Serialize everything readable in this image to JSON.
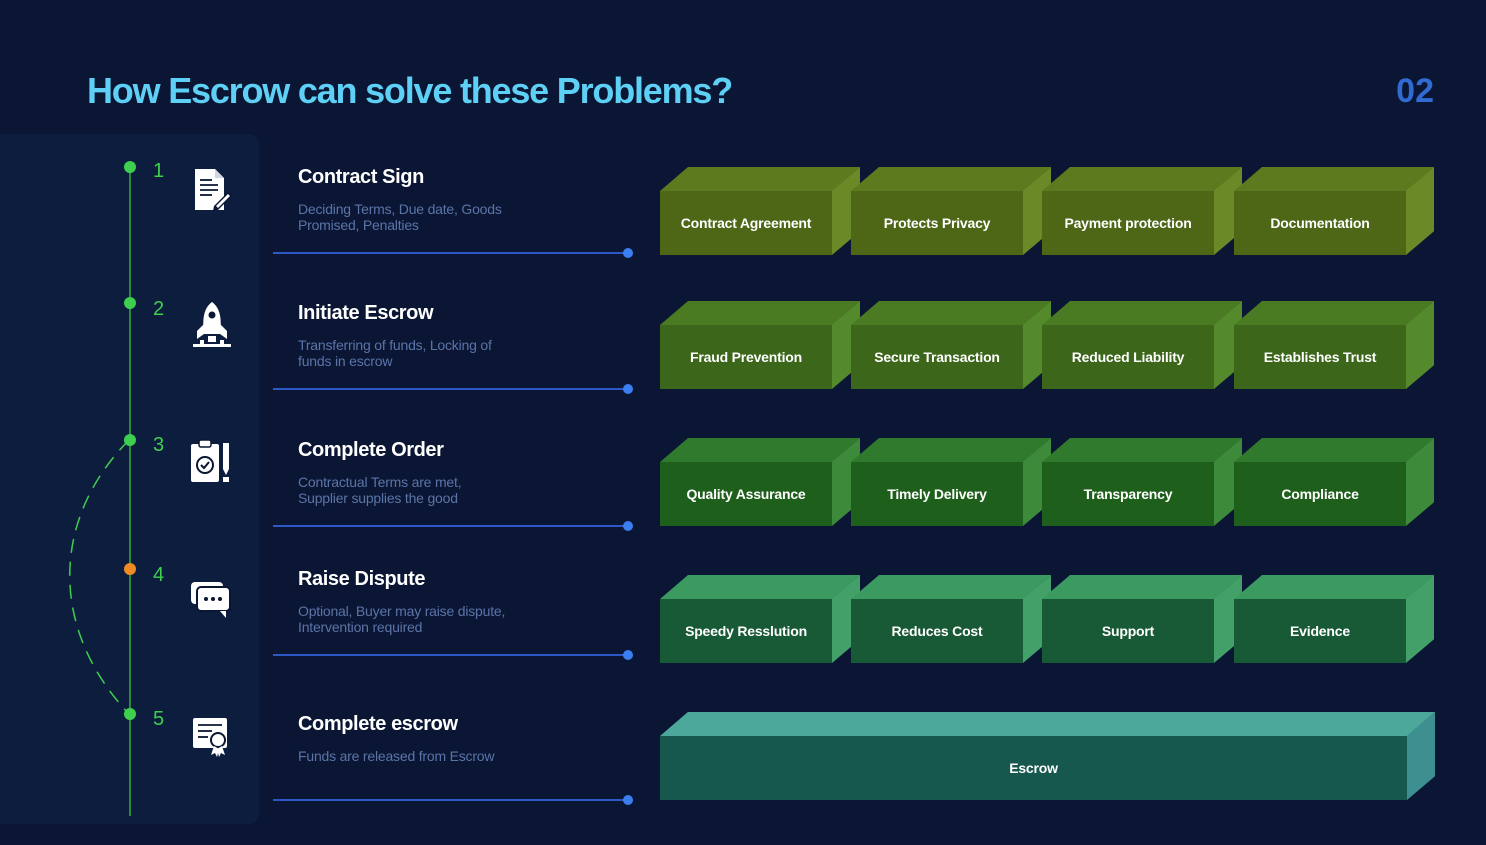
{
  "title": "How Escrow can solve these Problems?",
  "page_number": "02",
  "colors": {
    "background": "#0a1633",
    "title": "#5fd0f5",
    "accent_blue": "#2d58c6",
    "timeline_green": "#3ecf4e",
    "dispute_orange": "#f08a24"
  },
  "steps": [
    {
      "number": "1",
      "title": "Contract Sign",
      "desc_line1": "Deciding Terms, Due date, Goods",
      "desc_line2": "Promised, Penalties",
      "icon": "document-pen-icon"
    },
    {
      "number": "2",
      "title": "Initiate Escrow",
      "desc_line1": "Transferring of funds, Locking of",
      "desc_line2": "funds in escrow",
      "icon": "rocket-icon"
    },
    {
      "number": "3",
      "title": "Complete Order",
      "desc_line1": "Contractual Terms are met,",
      "desc_line2": "Supplier supplies the good",
      "icon": "clipboard-check-icon"
    },
    {
      "number": "4",
      "title": "Raise Dispute",
      "desc_line1": "Optional, Buyer may raise dispute,",
      "desc_line2": "Intervention required",
      "icon": "chat-bubbles-icon"
    },
    {
      "number": "5",
      "title": "Complete escrow",
      "desc_line1": "Funds are released from Escrow",
      "desc_line2": "",
      "icon": "certificate-icon"
    }
  ],
  "benefit_rows": [
    {
      "labels": [
        "Contract Agreement",
        "Protects Privacy",
        "Payment protection",
        "Documentation"
      ],
      "face": "#4d6717",
      "top": "#5c7a1e",
      "side": "#6a8a28"
    },
    {
      "labels": [
        "Fraud Prevention",
        "Secure Transaction",
        "Reduced Liability",
        "Establishes Trust"
      ],
      "face": "#3c661a",
      "top": "#4a7a22",
      "side": "#548a2c"
    },
    {
      "labels": [
        "Quality Assurance",
        "Timely Delivery",
        "Transparency",
        "Compliance"
      ],
      "face": "#1f5f1c",
      "top": "#2f7a2c",
      "side": "#3d8a3a"
    },
    {
      "labels": [
        "Speedy Resslution",
        "Reduces Cost",
        "Support",
        "Evidence"
      ],
      "face": "#195a36",
      "top": "#3a9a60",
      "side": "#43a068"
    }
  ],
  "escrow_box": {
    "label": "Escrow",
    "face": "#16574e",
    "top": "#4ba89a",
    "side": "#3e9090"
  }
}
